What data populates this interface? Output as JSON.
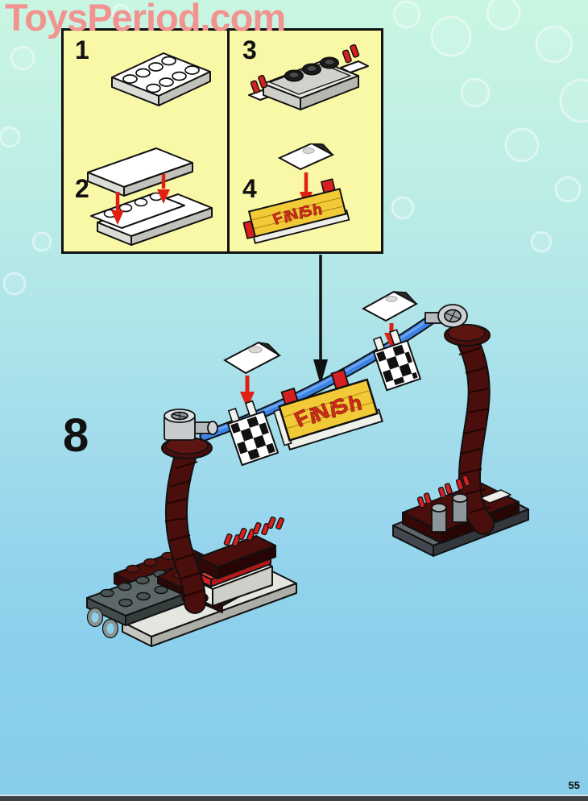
{
  "page": {
    "watermark": "ToysPeriod.com",
    "page_number": "55"
  },
  "inset": {
    "steps": [
      {
        "label": "1"
      },
      {
        "label": "2"
      },
      {
        "label": "3"
      },
      {
        "label": "4"
      }
    ],
    "finish_sign_text": "FiNiSh"
  },
  "main": {
    "step_label": "8",
    "finish_sign_text": "FiNiSh"
  },
  "colors": {
    "background_top": "#c9f6e2",
    "background_bottom": "#87ceeb",
    "inset_background": "#f9f8a6",
    "watermark_pink": "#f2938f",
    "rope_blue": "#3b82e6",
    "sign_yellow": "#f2c936",
    "sign_text_red": "#cf2b1d",
    "arrow_red": "#e02010",
    "post_maroon": "#4a0e0c",
    "brick_red": "#d42020",
    "base_gray": "#5f666c",
    "page_edge_dark": "#3d4248"
  }
}
